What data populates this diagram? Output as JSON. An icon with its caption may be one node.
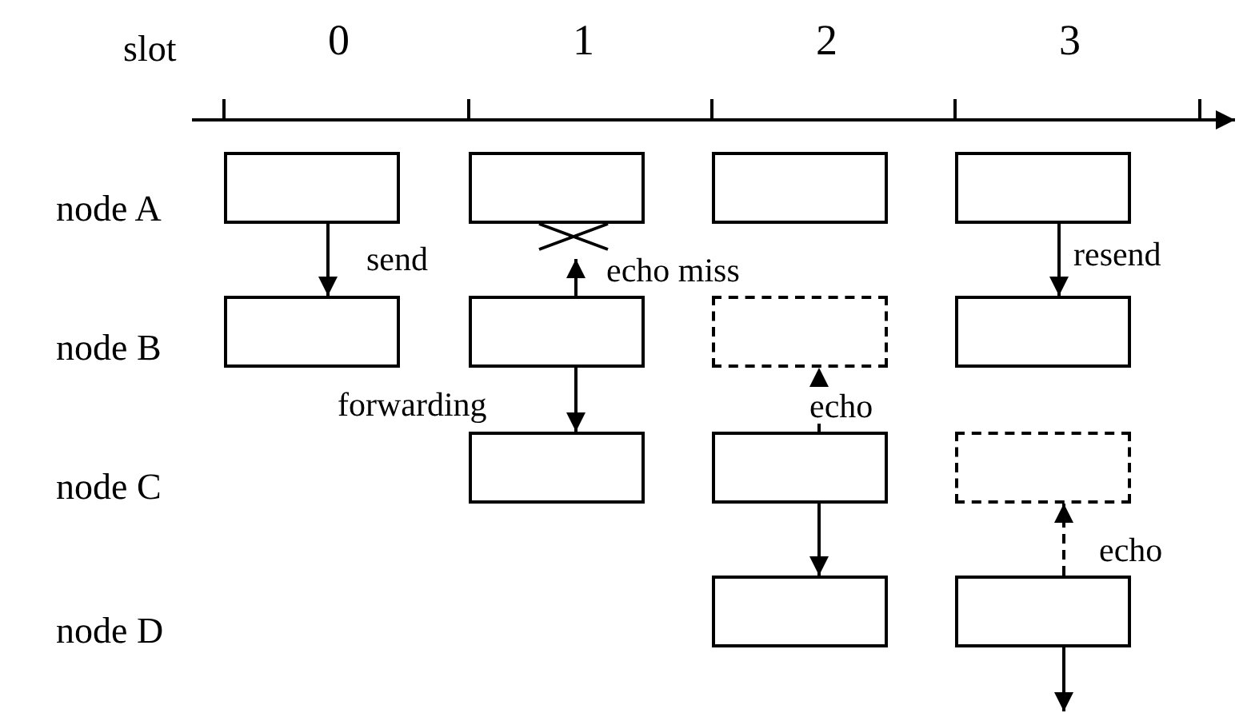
{
  "diagram": {
    "nodes": [
      {
        "text": [],
        "shape": "box"
      },
      {
        "text": [],
        "shape": "box"
      },
      {
        "text": [],
        "shape": "box"
      },
      {
        "text": [],
        "shape": "box"
      },
      {
        "text": [],
        "shape": "box"
      },
      {
        "text": [],
        "shape": "box"
      },
      {
        "text": [],
        "shape": "box"
      },
      {
        "text": [],
        "shape": "box"
      },
      {
        "text": [],
        "shape": "box"
      },
      {
        "text": [],
        "shape": "box"
      },
      {
        "text": [],
        "shape": "box"
      },
      {
        "text": [],
        "shape": "box"
      },
      {
        "text": [],
        "shape": "box"
      }
    ],
    "edges": [
      {
        "from": 0,
        "to": 4,
        "arrow": "to",
        "label": "send"
      },
      {
        "from": 5,
        "to": 1,
        "arrow": "to",
        "label": "echo miss"
      },
      {
        "from": 3,
        "to": 7,
        "arrow": "to",
        "label": "resend"
      },
      {
        "from": 5,
        "to": 8,
        "arrow": "to",
        "label": "forwarding"
      },
      {
        "from": 9,
        "to": 6,
        "arrow": "to",
        "label": "echo",
        "style": "dashed"
      },
      {
        "from": 9,
        "to": 11,
        "arrow": "to"
      },
      {
        "from": 12,
        "to": 10,
        "arrow": "to",
        "label": "echo",
        "style": "dashed"
      },
      {
        "from": 12,
        "to": null,
        "arrow": "to"
      }
    ],
    "labels": [
      "slot",
      "0",
      "1",
      "2",
      "3",
      "node A",
      "node B",
      "node C",
      "node D"
    ]
  }
}
